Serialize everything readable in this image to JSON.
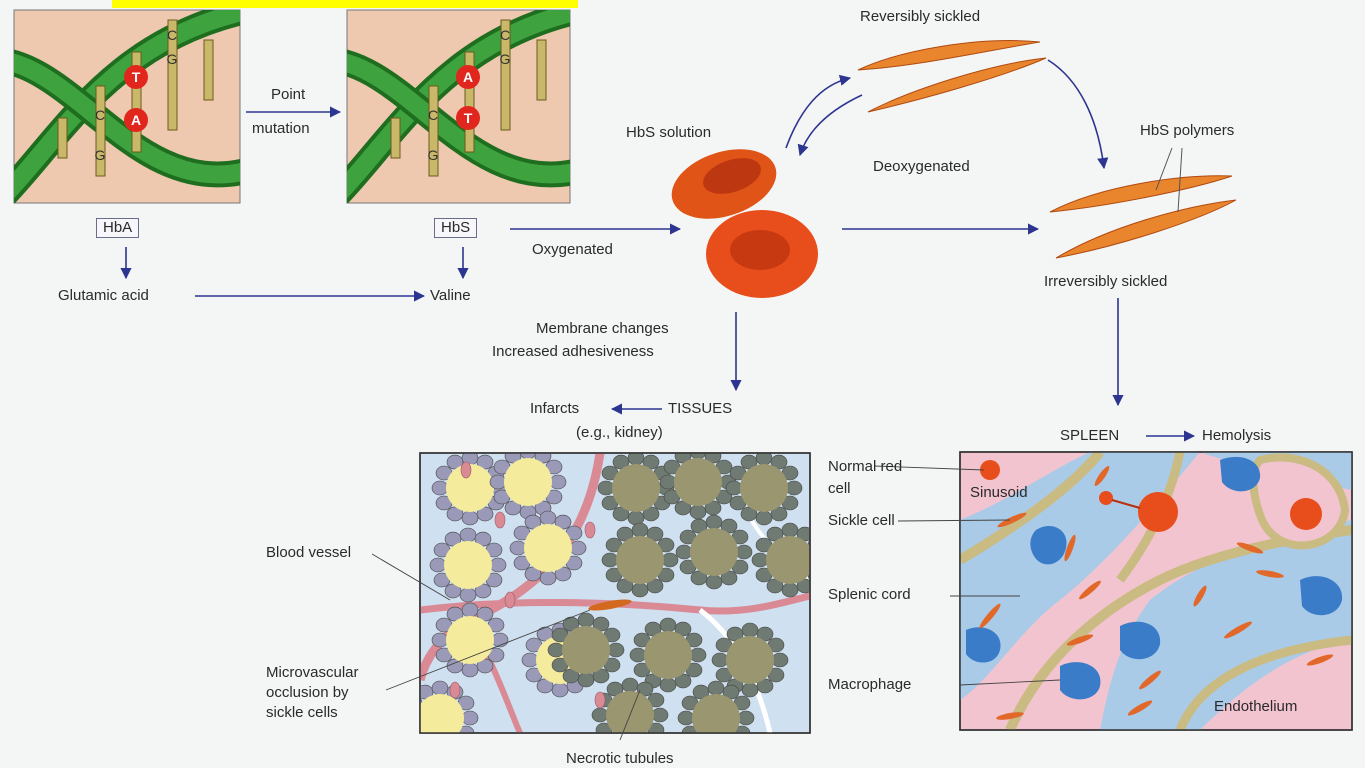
{
  "highlight_bar": "",
  "labels": {
    "hba": "HbA",
    "hbs": "HbS",
    "point": "Point",
    "mutation": "mutation",
    "glutamic": "Glutamic acid",
    "valine": "Valine",
    "oxygenated": "Oxygenated",
    "hbs_solution": "HbS solution",
    "reversibly": "Reversibly sickled",
    "deoxygenated": "Deoxygenated",
    "hbs_polymers": "HbS polymers",
    "irreversibly": "Irreversibly sickled",
    "membrane": "Membrane changes",
    "adhes": "Increased adhesiveness",
    "tissues": "TISSUES",
    "infarcts": "Infarcts",
    "kidney": "(e.g., kidney)",
    "spleen": "SPLEEN",
    "hemolysis": "Hemolysis",
    "blood_vessel": "Blood vessel",
    "micro1": "Microvascular",
    "micro2": "occlusion by",
    "micro3": "sickle cells",
    "necrotic": "Necrotic tubules",
    "normal1": "Normal red",
    "normal2": "cell",
    "sinusoid": "Sinusoid",
    "sickle_cell": "Sickle cell",
    "splenic": "Splenic cord",
    "macrophage": "Macrophage",
    "endothelium": "Endothelium"
  },
  "dna_bases": {
    "left": [
      "T",
      "A",
      "C",
      "G",
      "C",
      "G"
    ],
    "right": [
      "A",
      "T",
      "C",
      "G",
      "C",
      "G"
    ]
  },
  "colors": {
    "arrow": "#2c3590",
    "dna_green": "#2e8b2e",
    "dna_bg": "#eec9b0",
    "base_red": "#e0261d",
    "rbc": "#e84e1b",
    "kidney_bg": "#cfe0f0",
    "tubule_yellow": "#f5eb9c",
    "tubule_olive": "#9a9670",
    "vessel_pink": "#d98a95",
    "spleen_pink": "#f2c4cf",
    "spleen_blue": "#a9cbe8",
    "macrophage_blue": "#3b7cc9"
  }
}
